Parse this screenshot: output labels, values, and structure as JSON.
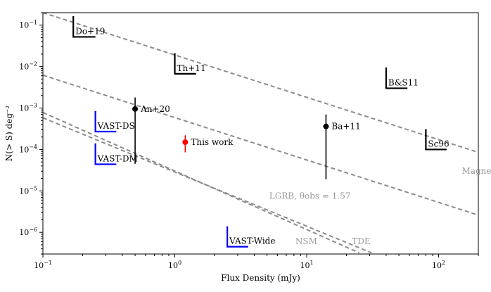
{
  "chart_data": {
    "type": "scatter",
    "xlabel": "Flux Density (mJy)",
    "ylabel": "N(> S) deg⁻²",
    "xscale": "log",
    "yscale": "log",
    "xlim": [
      0.1,
      200
    ],
    "ylim": [
      3e-07,
      0.2
    ],
    "grid": false,
    "x_ticks": [
      {
        "value": 0.1,
        "base": "10",
        "exp": "−1"
      },
      {
        "value": 1,
        "base": "10",
        "exp": "0"
      },
      {
        "value": 10,
        "base": "10",
        "exp": "1"
      },
      {
        "value": 100,
        "base": "10",
        "exp": "2"
      }
    ],
    "y_ticks": [
      {
        "value": 0.1,
        "base": "10",
        "exp": "−1"
      },
      {
        "value": 0.01,
        "base": "10",
        "exp": "−2"
      },
      {
        "value": 0.001,
        "base": "10",
        "exp": "−3"
      },
      {
        "value": 0.0001,
        "base": "10",
        "exp": "−4"
      },
      {
        "value": 1e-05,
        "base": "10",
        "exp": "−5"
      },
      {
        "value": 1e-06,
        "base": "10",
        "exp": "−6"
      }
    ],
    "model_lines": [
      {
        "name": "Magnetar",
        "points": [
          [
            0.1,
            0.2
          ],
          [
            200,
            8.5e-05
          ]
        ],
        "label_at": [
          150,
          2.6e-05
        ],
        "color": "#8c8c8c"
      },
      {
        "name": "LGRB, θobs = 1.57",
        "points": [
          [
            0.1,
            0.0062
          ],
          [
            200,
            2.6e-06
          ]
        ],
        "label_at": [
          5.2,
          6.5e-06
        ],
        "color": "#8c8c8c"
      },
      {
        "name": "NSM",
        "points": [
          [
            0.1,
            0.00078
          ],
          [
            25,
            3.2e-07
          ]
        ],
        "label_at": [
          8.2,
          5.2e-07
        ],
        "color": "#8c8c8c"
      },
      {
        "name": "TDE",
        "points": [
          [
            0.1,
            0.00058
          ],
          [
            31,
            3.2e-07
          ]
        ],
        "label_at": [
          22,
          5.2e-07
        ],
        "color": "#8c8c8c"
      }
    ],
    "limits": [
      {
        "name": "Do+19",
        "x": 0.17,
        "y": 0.052,
        "x2": 0.25,
        "ytop": 0.165,
        "color": "#000000"
      },
      {
        "name": "Th+11",
        "x": 1.0,
        "y": 0.0067,
        "x2": 1.45,
        "ytop": 0.021,
        "color": "#000000"
      },
      {
        "name": "B&S11",
        "x": 40,
        "y": 0.003,
        "x2": 58,
        "ytop": 0.0095,
        "color": "#000000"
      },
      {
        "name": "Sc96",
        "x": 80,
        "y": 0.0001,
        "x2": 115,
        "ytop": 0.00031,
        "color": "#000000"
      },
      {
        "name": "VAST-DS",
        "x": 0.25,
        "y": 0.00027,
        "x2": 0.36,
        "ytop": 0.00085,
        "color": "#0000ff"
      },
      {
        "name": "VAST-DM",
        "x": 0.25,
        "y": 4.4e-05,
        "x2": 0.36,
        "ytop": 0.00014,
        "color": "#0000ff"
      },
      {
        "name": "VAST-Wide",
        "x": 2.5,
        "y": 4.5e-07,
        "x2": 3.6,
        "ytop": 1.4e-06,
        "color": "#0000ff"
      }
    ],
    "points": [
      {
        "name": "An+20",
        "x": 0.5,
        "y": 0.00095,
        "ylo": 4.5e-05,
        "yhi": 0.0018,
        "color": "#000000"
      },
      {
        "name": "This work",
        "x": 1.2,
        "y": 0.00015,
        "ylo": 8.5e-05,
        "yhi": 0.00022,
        "color": "#ff0000"
      },
      {
        "name": "Ba+11",
        "x": 14,
        "y": 0.00036,
        "ylo": 1.9e-05,
        "yhi": 0.0007,
        "color": "#000000"
      }
    ]
  }
}
